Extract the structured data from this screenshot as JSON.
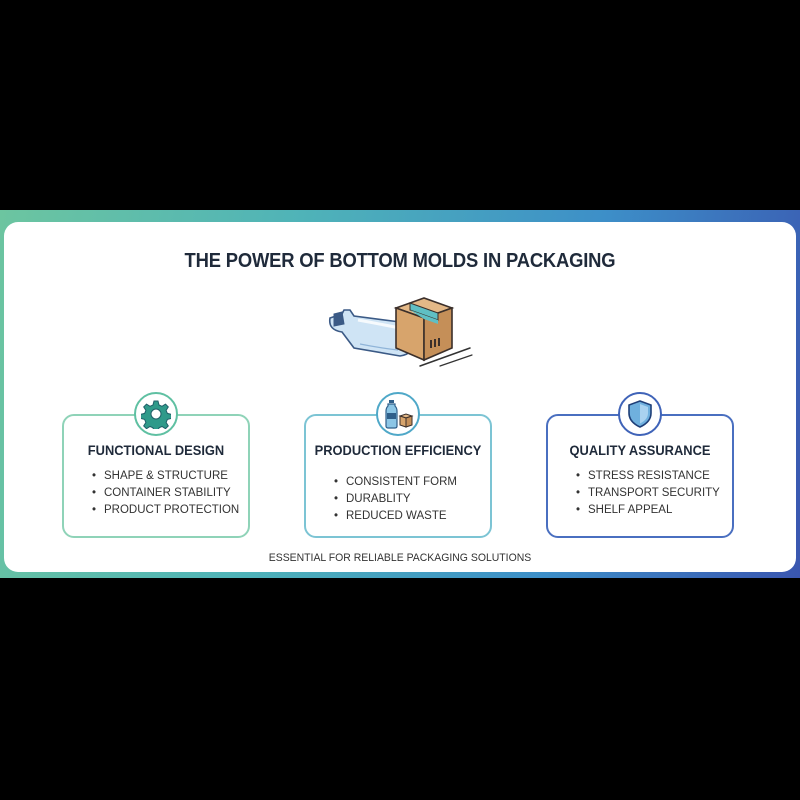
{
  "title": "THE POWER OF BOTTOM MOLDS IN PACKAGING",
  "illustration": {
    "icon": "bottle-and-box-icon"
  },
  "cards": [
    {
      "title": "FUNCTIONAL DESIGN",
      "icon": "gear-icon",
      "accent": "#5fc0a2",
      "items": [
        "SHAPE & STRUCTURE",
        "CONTAINER STABILITY",
        "PRODUCT PROTECTION"
      ]
    },
    {
      "title": "PRODUCTION EFFICIENCY",
      "icon": "bottle-box-icon",
      "accent": "#4fa8c8",
      "items": [
        "CONSISTENT FORM",
        "DURABLITY",
        "REDUCED WASTE"
      ]
    },
    {
      "title": "QUALITY ASSURANCE",
      "icon": "shield-icon",
      "accent": "#3f63b8",
      "items": [
        "STRESS RESISTANCE",
        "TRANSPORT SECURITY",
        "SHELF APPEAL"
      ]
    }
  ],
  "footer": "ESSENTIAL FOR RELIABLE PACKAGING SOLUTIONS"
}
